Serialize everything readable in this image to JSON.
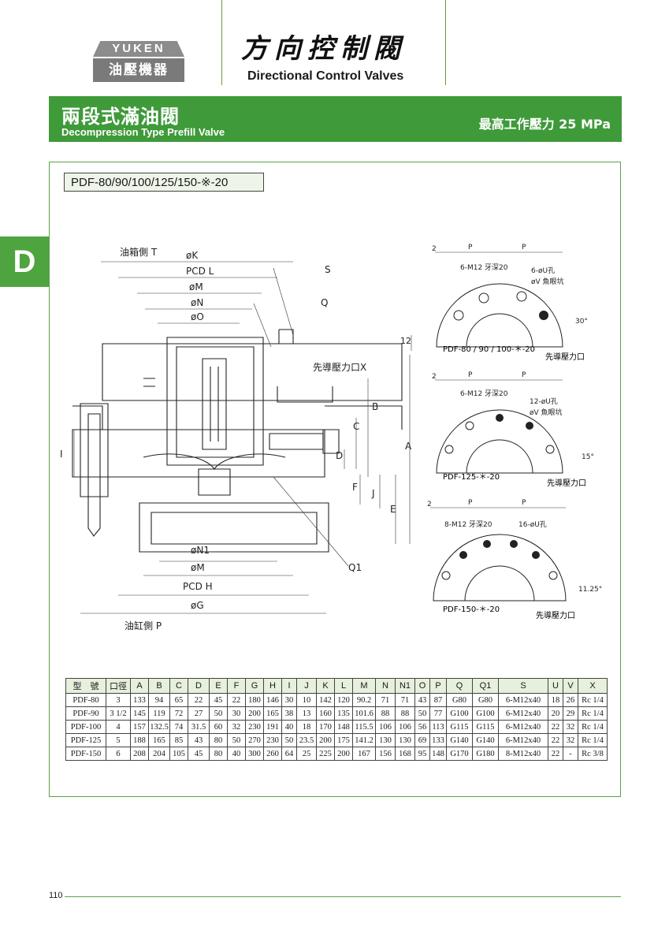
{
  "header": {
    "logo_top": "YUKEN",
    "logo_bottom": "油壓機器",
    "catalog_title": "方向控制閥",
    "catalog_subtitle": "Directional Control Valves"
  },
  "banner": {
    "title_zh": "兩段式滿油閥",
    "title_en": "Decompression Type Prefill Valve",
    "pressure": "最高工作壓力  25 MPa"
  },
  "side_tab": "D",
  "model_code": "PDF-80/90/100/125/150-※-20",
  "drawing": {
    "tank_side": "油箱側 T",
    "cyl_side": "油缸側 P",
    "pilot_port": "先導壓力口X",
    "labels": {
      "K": "øK",
      "L": "PCD L",
      "M": "øM",
      "N": "øN",
      "O": "øO",
      "N1": "øN1",
      "M2": "øM",
      "H": "PCD H",
      "G": "øG",
      "S": "S",
      "Q": "Q",
      "Q1": "Q1",
      "A": "A",
      "B": "B",
      "C": "C",
      "D": "D",
      "E": "E",
      "F": "F",
      "J": "J",
      "I": "I",
      "dim12": "12"
    },
    "views": [
      {
        "bolts": "6-M12 牙深20",
        "holes": "6-øU孔",
        "spot": "øV 魚眼坑",
        "angle": "30°",
        "name": "PDF-80 / 90 / 100-＊-20",
        "port": "先導壓力口",
        "p": "P",
        "two": "2"
      },
      {
        "bolts": "6-M12 牙深20",
        "holes": "12-øU孔",
        "spot": "øV 魚眼坑",
        "angle": "15°",
        "name": "PDF-125-＊-20",
        "port": "先導壓力口",
        "p": "P",
        "two": "2"
      },
      {
        "bolts": "8-M12 牙深20",
        "holes": "16-øU孔",
        "spot": "",
        "angle": "11.25°",
        "name": "PDF-150-＊-20",
        "port": "先導壓力口",
        "p": "P",
        "two": "2"
      }
    ]
  },
  "table": {
    "headers": [
      "型　號",
      "口徑",
      "A",
      "B",
      "C",
      "D",
      "E",
      "F",
      "G",
      "H",
      "I",
      "J",
      "K",
      "L",
      "M",
      "N",
      "N1",
      "O",
      "P",
      "Q",
      "Q1",
      "S",
      "U",
      "V",
      "X"
    ],
    "rows": [
      [
        "PDF-80",
        "3",
        "133",
        "94",
        "65",
        "22",
        "45",
        "22",
        "180",
        "146",
        "30",
        "10",
        "142",
        "120",
        "90.2",
        "71",
        "71",
        "43",
        "87",
        "G80",
        "G80",
        "6-M12x40",
        "18",
        "26",
        "Rc 1/4"
      ],
      [
        "PDF-90",
        "3 1/2",
        "145",
        "119",
        "72",
        "27",
        "50",
        "30",
        "200",
        "165",
        "38",
        "13",
        "160",
        "135",
        "101.6",
        "88",
        "88",
        "50",
        "77",
        "G100",
        "G100",
        "6-M12x40",
        "20",
        "29",
        "Rc 1/4"
      ],
      [
        "PDF-100",
        "4",
        "157",
        "132.5",
        "74",
        "31.5",
        "60",
        "32",
        "230",
        "191",
        "40",
        "18",
        "170",
        "148",
        "115.5",
        "106",
        "106",
        "56",
        "113",
        "G115",
        "G115",
        "6-M12x40",
        "22",
        "32",
        "Rc 1/4"
      ],
      [
        "PDF-125",
        "5",
        "188",
        "165",
        "85",
        "43",
        "80",
        "50",
        "270",
        "230",
        "50",
        "23.5",
        "200",
        "175",
        "141.2",
        "130",
        "130",
        "69",
        "133",
        "G140",
        "G140",
        "6-M12x40",
        "22",
        "32",
        "Rc 1/4"
      ],
      [
        "PDF-150",
        "6",
        "208",
        "204",
        "105",
        "45",
        "80",
        "40",
        "300",
        "260",
        "64",
        "25",
        "225",
        "200",
        "167",
        "156",
        "168",
        "95",
        "148",
        "G170",
        "G180",
        "8-M12x40",
        "22",
        "-",
        "Rc 3/8"
      ]
    ]
  },
  "page_number": "110"
}
